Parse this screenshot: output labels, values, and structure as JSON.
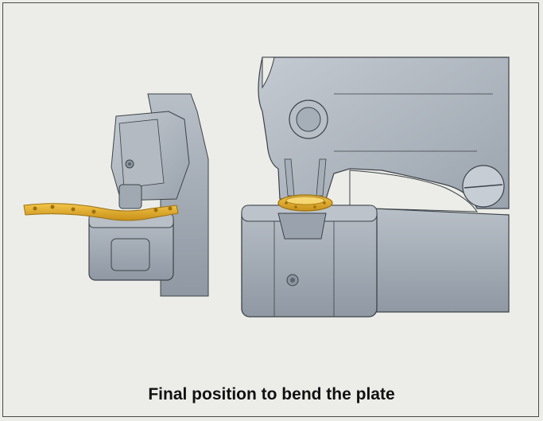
{
  "caption": "Final position to bend the plate",
  "colors": {
    "background": "#ecede8",
    "tool_metal": "#a9b1ba",
    "tool_shadow": "#7d8792",
    "tool_light": "#c7cdd4",
    "plate_gold": "#e3ad2b",
    "plate_dark": "#9a7010",
    "outline": "#3c4248"
  },
  "figures": [
    {
      "name": "side-view-bending-tool",
      "shows": "side view of plate bender with bone plate"
    },
    {
      "name": "front-view-bending-tool",
      "shows": "front view of plate bender with bone plate"
    }
  ]
}
